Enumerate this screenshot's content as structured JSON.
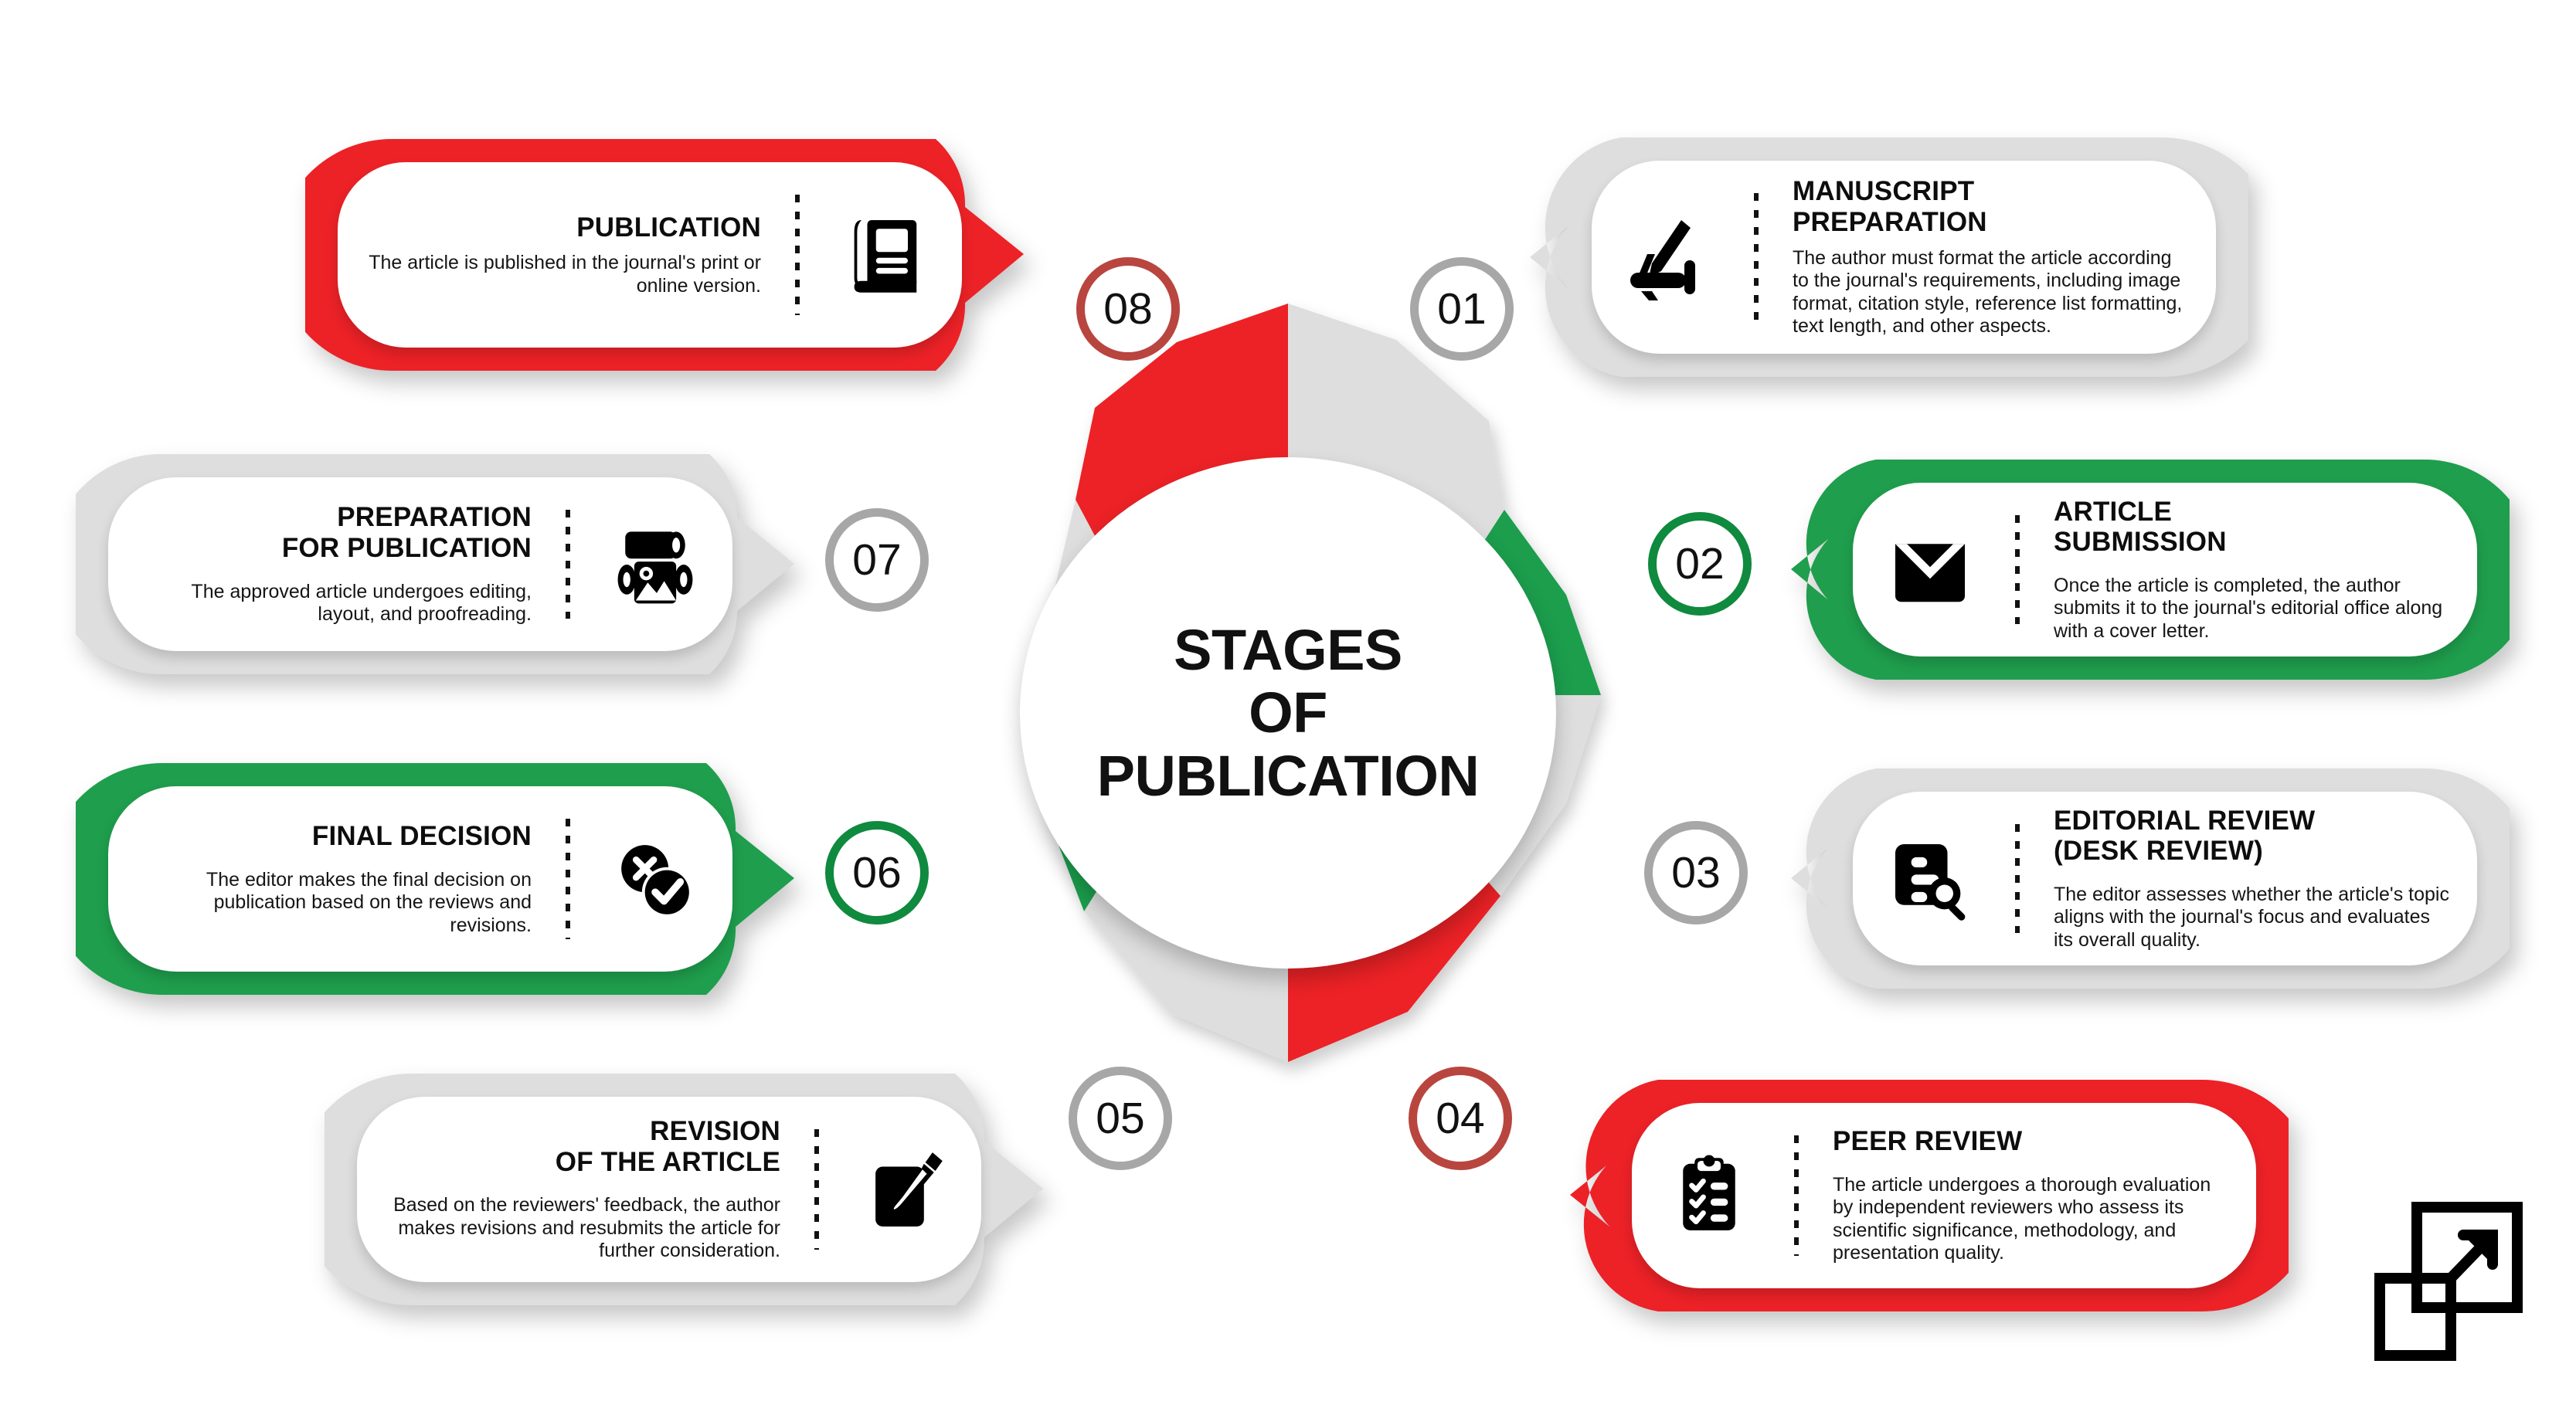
{
  "center": {
    "title": "STAGES\nOF\nPUBLICATION"
  },
  "colors": {
    "red": "#ec2227",
    "green": "#1f9e4d",
    "grey": "#dedede",
    "badge_grey": "#a7a7a7",
    "badge_green": "#0f8a3e",
    "badge_red": "#b9453f",
    "text": "#111111",
    "background": "#ffffff"
  },
  "logo": {
    "icon": "expand-scale-icon"
  },
  "stages": [
    {
      "number": "01",
      "title": "MANUSCRIPT\nPREPARATION",
      "desc": "The author must format the article according to the journal's requirements, including image format, citation style, reference list formatting, text length, and other aspects.",
      "color": "grey",
      "side": "right",
      "icon": "hand-writing-icon"
    },
    {
      "number": "02",
      "title": "ARTICLE\nSUBMISSION",
      "desc": "Once the article is completed, the author submits it to the journal's editorial office along with a cover letter.",
      "color": "green",
      "side": "right",
      "icon": "envelope-icon"
    },
    {
      "number": "03",
      "title": "EDITORIAL REVIEW\n(DESK REVIEW)",
      "desc": "The editor assesses whether the article's topic aligns with the journal's focus and evaluates its overall quality.",
      "color": "grey",
      "side": "right",
      "icon": "document-magnifier-icon"
    },
    {
      "number": "04",
      "title": "PEER REVIEW",
      "desc": "The article undergoes a thorough evaluation by independent reviewers who assess its scientific significance, methodology, and presentation quality.",
      "color": "red",
      "side": "right",
      "icon": "clipboard-checklist-icon"
    },
    {
      "number": "05",
      "title": "REVISION\nOF THE ARTICLE",
      "desc": "Based on the reviewers' feedback, the author makes revisions and resubmits the article for further consideration.",
      "color": "grey",
      "side": "left",
      "icon": "edit-pencil-icon"
    },
    {
      "number": "06",
      "title": "FINAL DECISION",
      "desc": "The editor makes the final decision on publication based on the reviews and revisions.",
      "color": "green",
      "side": "left",
      "icon": "approve-reject-icon"
    },
    {
      "number": "07",
      "title": "PREPARATION\nFOR PUBLICATION",
      "desc": "The approved article undergoes editing, layout, and proofreading.",
      "color": "grey",
      "side": "left",
      "icon": "printing-press-icon"
    },
    {
      "number": "08",
      "title": "PUBLICATION",
      "desc": "The article is published in the journal's print or online version.",
      "color": "red",
      "side": "left",
      "icon": "journal-book-icon"
    }
  ],
  "chart_data": {
    "type": "pie",
    "title": "STAGES OF PUBLICATION",
    "categories": [
      "01",
      "02",
      "03",
      "04",
      "05",
      "06",
      "07",
      "08"
    ],
    "labels": [
      "MANUSCRIPT PREPARATION",
      "ARTICLE SUBMISSION",
      "EDITORIAL REVIEW (DESK REVIEW)",
      "PEER REVIEW",
      "REVISION OF THE ARTICLE",
      "FINAL DECISION",
      "PREPARATION FOR PUBLICATION",
      "PUBLICATION"
    ],
    "values": [
      12.5,
      12.5,
      12.5,
      12.5,
      12.5,
      12.5,
      12.5,
      12.5
    ],
    "segment_colors": [
      "#dedede",
      "#1f9e4d",
      "#dedede",
      "#ec2227",
      "#dedede",
      "#1f9e4d",
      "#dedede",
      "#ec2227"
    ],
    "legend": "none",
    "grid": false
  }
}
